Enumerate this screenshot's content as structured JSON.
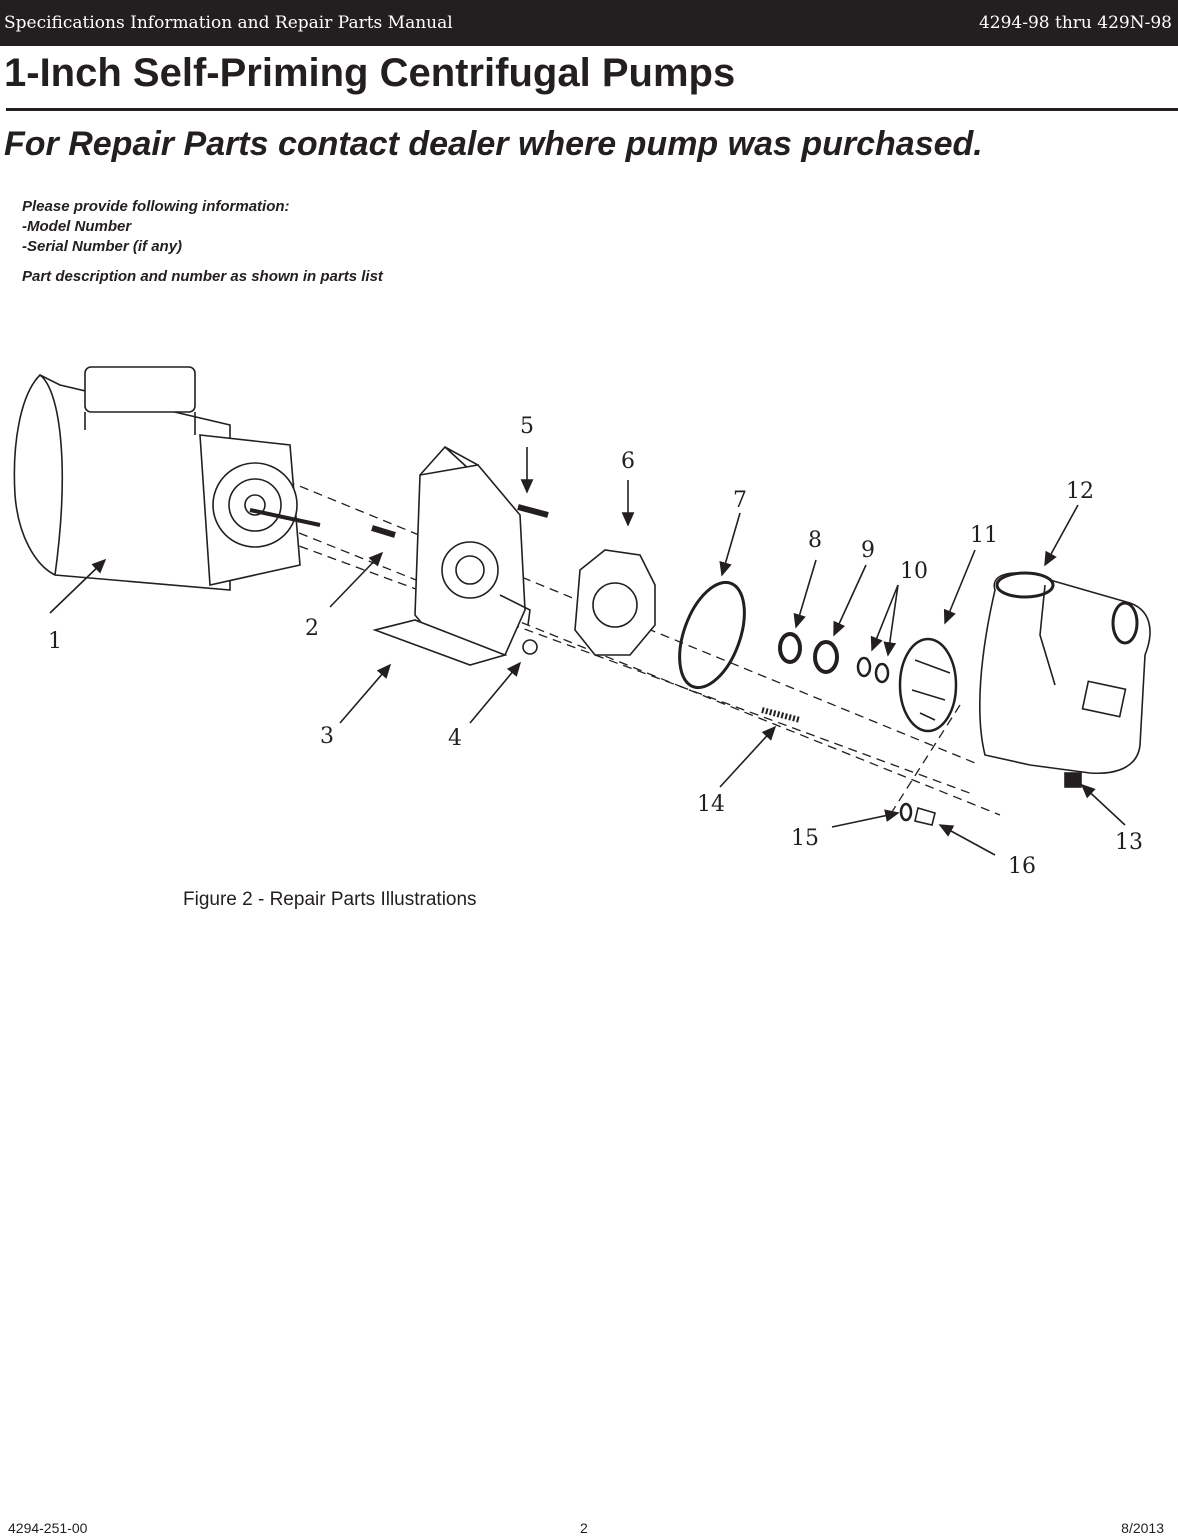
{
  "header": {
    "left_text": "Specifications Information and Repair Parts Manual",
    "right_text": "4294-98 thru 429N-98"
  },
  "title": "1-Inch Self-Priming Centrifugal Pumps",
  "subtitle": "For Repair Parts contact dealer where pump was purchased.",
  "info": {
    "intro": "Please provide following information:",
    "items": [
      "-Model Number",
      "-Serial Number (if any)"
    ],
    "note": "Part description and number as shown in parts list"
  },
  "figure": {
    "callouts": [
      "1",
      "2",
      "3",
      "4",
      "5",
      "6",
      "7",
      "8",
      "9",
      "10",
      "11",
      "12",
      "13",
      "14",
      "15",
      "16"
    ],
    "caption": "Figure 2 - Repair Parts Illustrations"
  },
  "footer": {
    "doc_number": "4294-251-00",
    "page_number": "2",
    "date": "8/2013"
  }
}
